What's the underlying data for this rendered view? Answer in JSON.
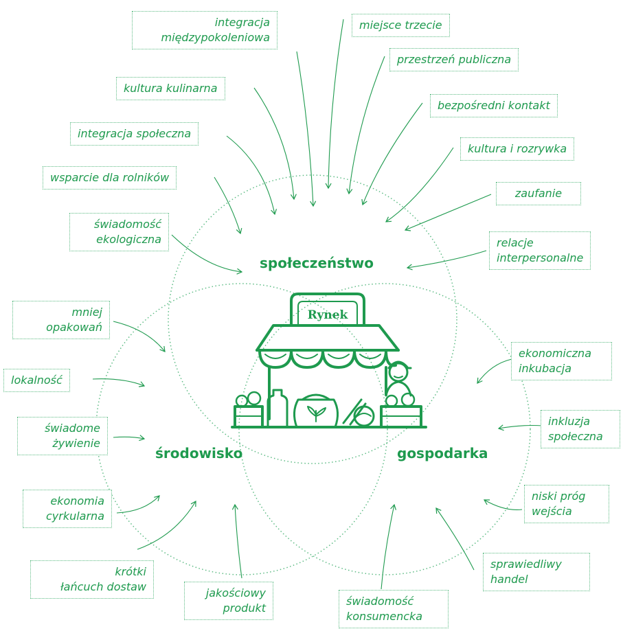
{
  "categories": {
    "society": "społeczeństwo",
    "environment": "środowisko",
    "economy": "gospodarka"
  },
  "market_sign": "Rynek",
  "labels": {
    "integracja_miedzypokoleniowa": [
      "integracja",
      "międzypokoleniowa"
    ],
    "miejsce_trzecie": [
      "miejsce trzecie"
    ],
    "przestrzen_publiczna": [
      "przestrzeń publiczna"
    ],
    "kultura_kulinarna": [
      "kultura kulinarna"
    ],
    "bezposredni_kontakt": [
      "bezpośredni kontakt"
    ],
    "integracja_spoleczna": [
      "integracja społeczna"
    ],
    "kultura_i_rozrywka": [
      "kultura i rozrywka"
    ],
    "wsparcie_dla_rolnikow": [
      "wsparcie dla rolników"
    ],
    "zaufanie": [
      "zaufanie"
    ],
    "swiadomosc_ekologiczna": [
      "świadomość",
      "ekologiczna"
    ],
    "relacje_interpersonalne": [
      "relacje",
      "interpersonalne"
    ],
    "mniej_opakowan": [
      "mniej",
      "opakowań"
    ],
    "lokalnosc": [
      "lokalność"
    ],
    "ekonomiczna_inkubacja": [
      "ekonomiczna",
      "inkubacja"
    ],
    "swiadome_zywienie": [
      "świadome",
      "żywienie"
    ],
    "inkluzja_spoleczna": [
      "inkluzja",
      "społeczna"
    ],
    "ekonomia_cyrkularna": [
      "ekonomia",
      "cyrkularna"
    ],
    "niski_prog_wejscia": [
      "niski próg",
      "wejścia"
    ],
    "krotki_lancuch_dostaw": [
      "krótki",
      "łańcuch dostaw"
    ],
    "sprawiedliwy_handel": [
      "sprawiedliwy",
      "handel"
    ],
    "jakosciowy_produkt": [
      "jakościowy",
      "produkt"
    ],
    "swiadomosc_konsumencka": [
      "świadomość",
      "konsumencka"
    ]
  },
  "colors": {
    "primary": "#1e9a4e",
    "dotted": "#5dbb84",
    "background": "#ffffff"
  }
}
